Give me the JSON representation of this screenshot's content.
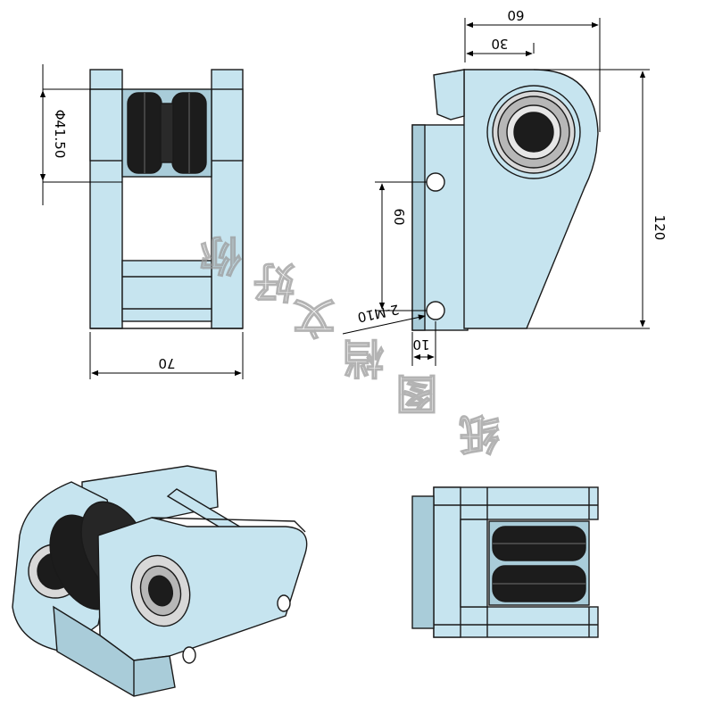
{
  "drawing": {
    "dimensions": {
      "width_bottom": "70",
      "roller_diameter": "Φ41.50",
      "top_60": "60",
      "top_30": "30",
      "height_120": "120",
      "hole_spacing_60": "60",
      "holes_label": "2-M10",
      "offset_10": "10"
    },
    "watermark": [
      "你",
      "好",
      "文",
      "档",
      "图",
      "纸"
    ],
    "colors": {
      "part_fill": "#c6e4ef",
      "part_shade": "#a9ccd9",
      "roller": "#1c1c1c",
      "line": "#1a1a1a"
    }
  }
}
